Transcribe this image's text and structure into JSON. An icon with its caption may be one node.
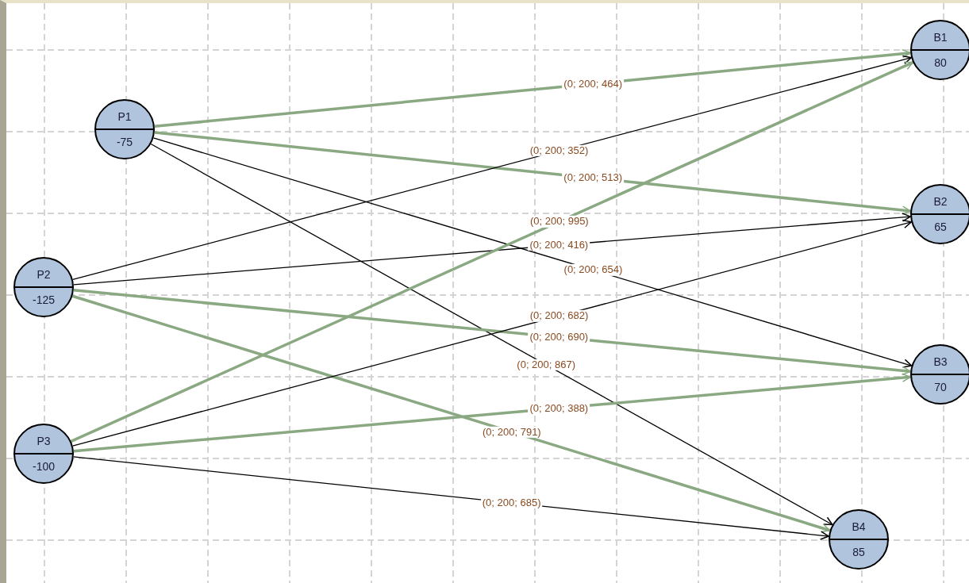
{
  "diagram": {
    "nodes": [
      {
        "text": [
          "P1",
          "-75"
        ]
      },
      {
        "text": [
          "P2",
          "-125"
        ]
      },
      {
        "text": [
          "P3",
          "-100"
        ]
      },
      {
        "text": [
          "B1",
          "80"
        ]
      },
      {
        "text": [
          "B2",
          "65"
        ]
      },
      {
        "text": [
          "B3",
          "70"
        ]
      },
      {
        "text": [
          "B4",
          "85"
        ]
      }
    ],
    "edges": [
      {
        "from": 0,
        "to": 3,
        "arrow": "to",
        "label": "(0; 200; 464)",
        "style": "thick",
        "color": "#8aa882"
      },
      {
        "from": 0,
        "to": 4,
        "arrow": "to",
        "label": "(0; 200; 513)",
        "style": "thick",
        "color": "#8aa882"
      },
      {
        "from": 0,
        "to": 5,
        "arrow": "to",
        "label": "(0; 200; 654)",
        "color": "#000000"
      },
      {
        "from": 0,
        "to": 6,
        "arrow": "to",
        "label": "(0; 200; 867)",
        "color": "#000000"
      },
      {
        "from": 1,
        "to": 3,
        "arrow": "to",
        "label": "(0; 200; 352)",
        "color": "#000000"
      },
      {
        "from": 1,
        "to": 4,
        "arrow": "to",
        "label": "(0; 200; 416)",
        "color": "#000000"
      },
      {
        "from": 1,
        "to": 5,
        "arrow": "to",
        "label": "(0; 200; 690)",
        "style": "thick",
        "color": "#8aa882"
      },
      {
        "from": 1,
        "to": 6,
        "arrow": "to",
        "label": "(0; 200; 791)",
        "style": "thick",
        "color": "#8aa882"
      },
      {
        "from": 2,
        "to": 3,
        "arrow": "to",
        "label": "(0; 200; 995)",
        "style": "thick",
        "color": "#8aa882"
      },
      {
        "from": 2,
        "to": 4,
        "arrow": "to",
        "label": "(0; 200; 682)",
        "color": "#000000"
      },
      {
        "from": 2,
        "to": 5,
        "arrow": "to",
        "label": "(0; 200; 388)",
        "style": "thick",
        "color": "#8aa882"
      },
      {
        "from": 2,
        "to": 6,
        "arrow": "to",
        "label": "(0; 200; 685)",
        "color": "#000000"
      }
    ]
  }
}
